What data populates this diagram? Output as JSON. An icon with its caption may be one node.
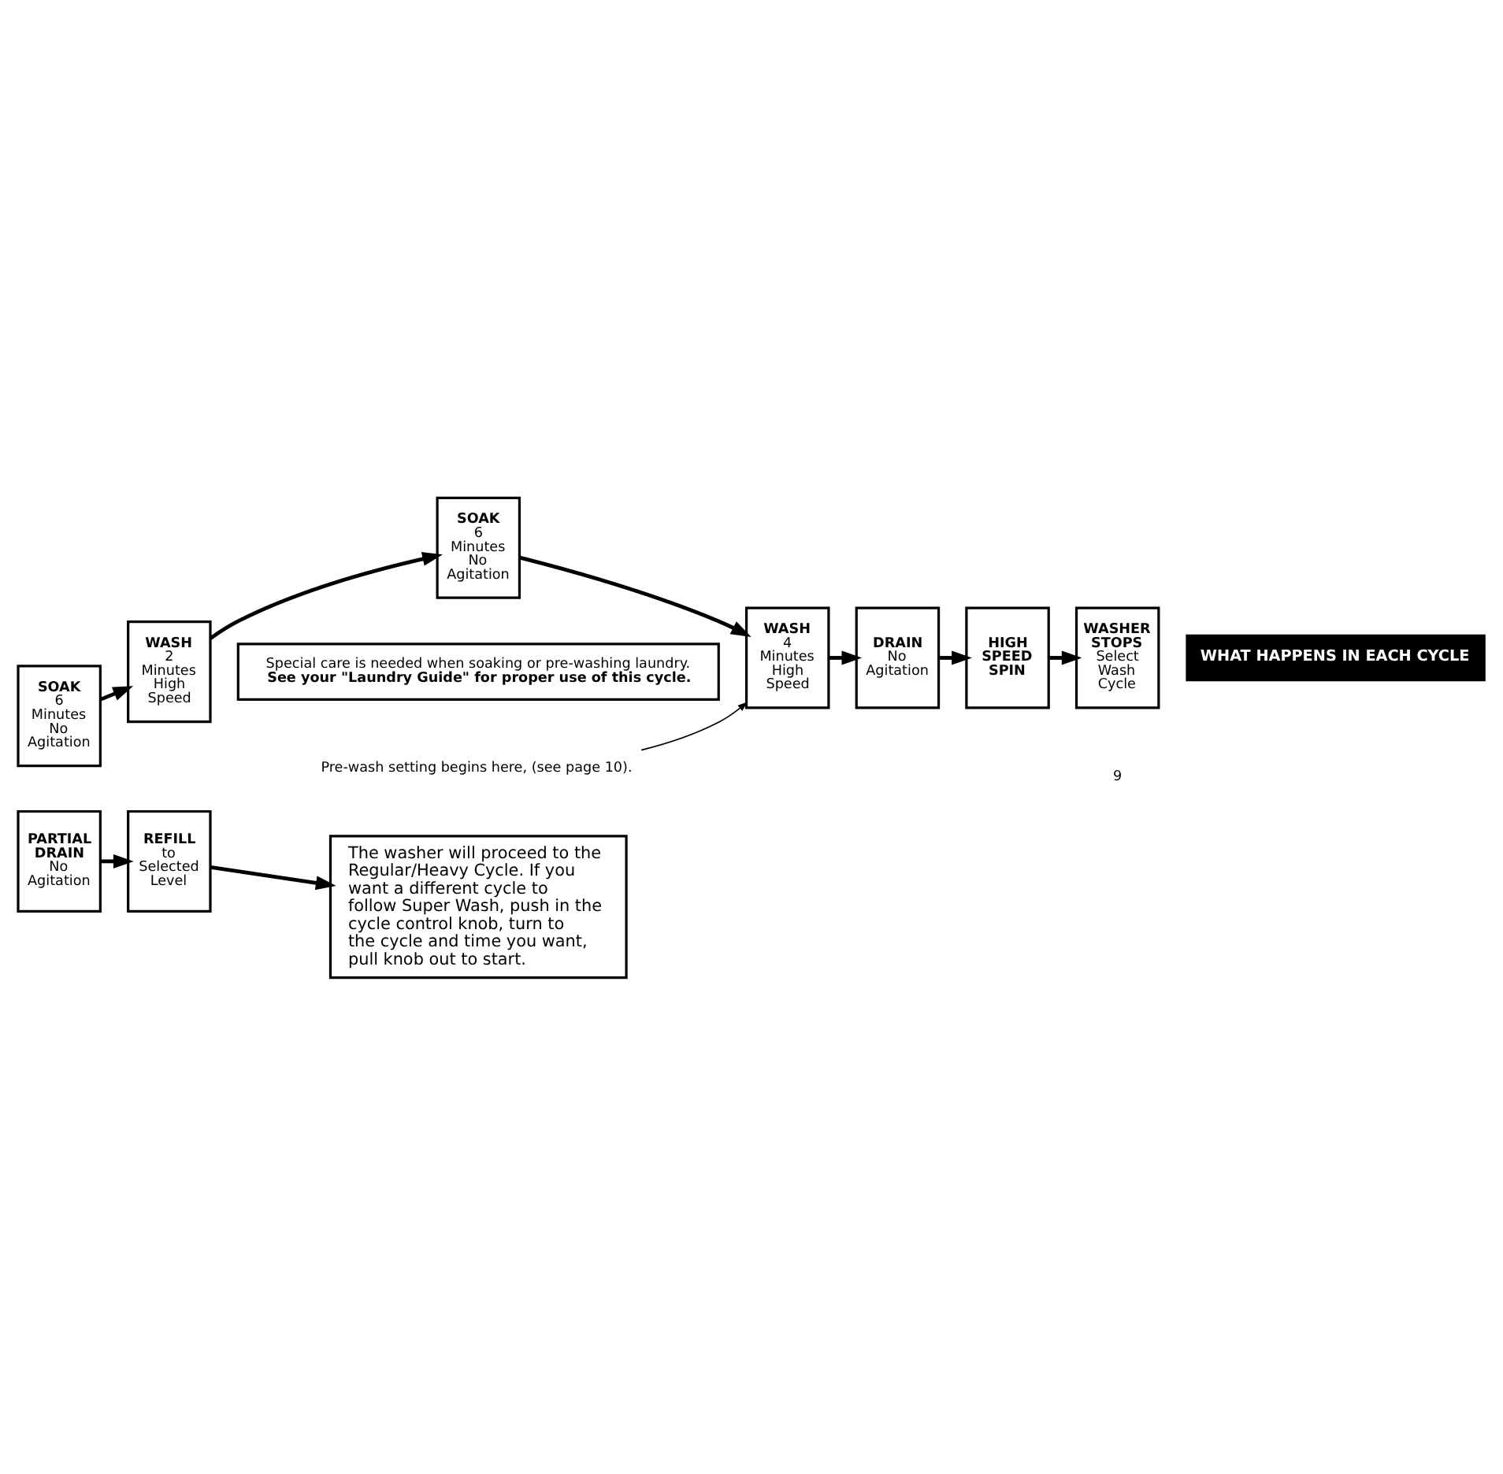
{
  "diagram": {
    "nodes": [
      {
        "text": [
          "SOAK",
          "6 Minutes No Agitation"
        ]
      },
      {
        "text": [
          "WASH",
          "2 Minutes High Speed"
        ]
      },
      {
        "text": [
          "SOAK",
          "6 Minutes No Agitation"
        ]
      },
      {
        "text": [
          "WASH",
          "4 Minutes High Speed"
        ]
      },
      {
        "text": [
          "DRAIN",
          "No Agitation"
        ]
      },
      {
        "text": [
          "HIGH SPEED SPIN"
        ]
      },
      {
        "text": [
          "WASHER STOPS",
          "Select Wash Cycle"
        ]
      },
      {
        "text": [
          "Special care is needed when soaking or pre-washing laundry.",
          "See your \"Laundry Guide\" for proper use of this cycle."
        ]
      },
      {
        "text": [
          "Pre-wash setting begins here, (see page 10)."
        ]
      },
      {
        "text": [
          "PARTIAL DRAIN",
          "No Agitation"
        ]
      },
      {
        "text": [
          "REFILL",
          "to Selected Level"
        ]
      },
      {
        "text": [
          "The washer will proceed to the Regular/Heavy Cycle. If you want a different cycle to follow Super Wash, push in the cycle control knob, turn to the cycle and time you want, pull knob out to start."
        ]
      },
      {
        "text": [
          "WHAT HAPPENS IN EACH CYCLE"
        ]
      }
    ],
    "edges": [
      {
        "from": 0,
        "to": 1,
        "arrow": "to"
      },
      {
        "from": 1,
        "to": 2,
        "arrow": "to"
      },
      {
        "from": 2,
        "to": 3,
        "arrow": "to"
      },
      {
        "from": 3,
        "to": 4,
        "arrow": "to"
      },
      {
        "from": 4,
        "to": 5,
        "arrow": "to"
      },
      {
        "from": 5,
        "to": 6,
        "arrow": "to"
      },
      {
        "from": 8,
        "to": 3,
        "arrow": "to"
      },
      {
        "from": 9,
        "to": 10,
        "arrow": "to"
      },
      {
        "from": 10,
        "to": 11,
        "arrow": "to"
      }
    ],
    "labels": [
      "9"
    ]
  }
}
